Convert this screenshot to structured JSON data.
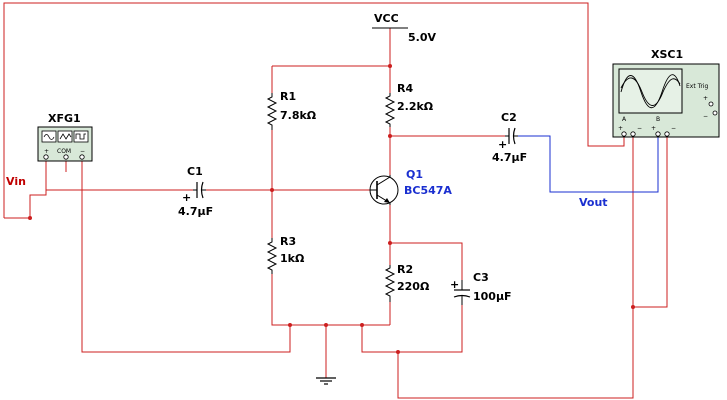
{
  "colors": {
    "wire_red": "#cc1f1f",
    "wire_blue": "#1a2fd0",
    "component": "#000000",
    "instrument_fill": "#d8e8d8",
    "scope_screen": "#e6f1e6"
  },
  "power": {
    "name": "VCC",
    "value": "5.0V"
  },
  "generator": {
    "name": "XFG1",
    "com_label": "COM",
    "plus": "+",
    "minus": "−",
    "icons": [
      "sine-wave-icon",
      "triangle-wave-icon",
      "square-wave-icon"
    ]
  },
  "scope": {
    "name": "XSC1",
    "ext_trig_label": "Ext Trig",
    "channel_a": "A",
    "channel_b": "B",
    "plus_a": "+",
    "minus_a": "−",
    "plus_b": "+",
    "minus_b": "−",
    "trig_plus": "+",
    "trig_minus": "−"
  },
  "components": {
    "R1": {
      "name": "R1",
      "value": "7.8kΩ"
    },
    "R2": {
      "name": "R2",
      "value": "220Ω"
    },
    "R3": {
      "name": "R3",
      "value": "1kΩ"
    },
    "R4": {
      "name": "R4",
      "value": "2.2kΩ"
    },
    "C1": {
      "name": "C1",
      "value": "4.7µF",
      "polarity": "+"
    },
    "C2": {
      "name": "C2",
      "value": "4.7µF",
      "polarity": "+"
    },
    "C3": {
      "name": "C3",
      "value": "100µF",
      "polarity": "+"
    },
    "Q1": {
      "name": "Q1",
      "value": "BC547A"
    }
  },
  "nets": {
    "input": "Vin",
    "output": "Vout"
  }
}
